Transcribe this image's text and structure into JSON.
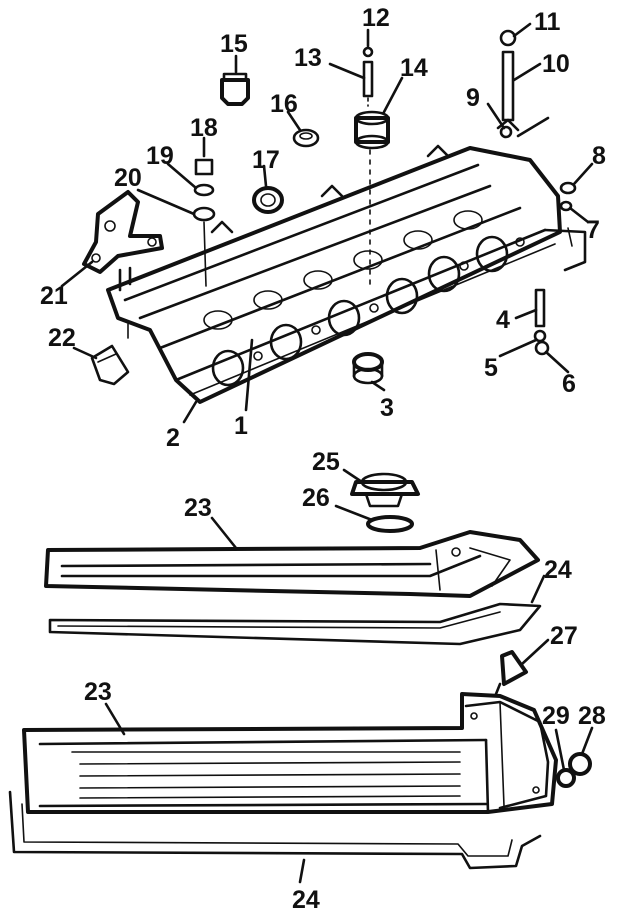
{
  "callouts": [
    {
      "id": "1",
      "label": "1"
    },
    {
      "id": "2",
      "label": "2"
    },
    {
      "id": "3",
      "label": "3"
    },
    {
      "id": "4",
      "label": "4"
    },
    {
      "id": "5",
      "label": "5"
    },
    {
      "id": "6",
      "label": "6"
    },
    {
      "id": "7",
      "label": "7"
    },
    {
      "id": "8",
      "label": "8"
    },
    {
      "id": "9",
      "label": "9"
    },
    {
      "id": "10",
      "label": "10"
    },
    {
      "id": "11",
      "label": "11"
    },
    {
      "id": "12",
      "label": "12"
    },
    {
      "id": "13",
      "label": "13"
    },
    {
      "id": "14",
      "label": "14"
    },
    {
      "id": "15",
      "label": "15"
    },
    {
      "id": "16",
      "label": "16"
    },
    {
      "id": "17",
      "label": "17"
    },
    {
      "id": "18",
      "label": "18"
    },
    {
      "id": "19",
      "label": "19"
    },
    {
      "id": "20",
      "label": "20"
    },
    {
      "id": "21",
      "label": "21"
    },
    {
      "id": "22",
      "label": "22"
    },
    {
      "id": "23a",
      "label": "23"
    },
    {
      "id": "24a",
      "label": "24"
    },
    {
      "id": "25",
      "label": "25"
    },
    {
      "id": "26",
      "label": "26"
    },
    {
      "id": "27",
      "label": "27"
    },
    {
      "id": "23b",
      "label": "23"
    },
    {
      "id": "29",
      "label": "29"
    },
    {
      "id": "28",
      "label": "28"
    },
    {
      "id": "24b",
      "label": "24"
    }
  ]
}
